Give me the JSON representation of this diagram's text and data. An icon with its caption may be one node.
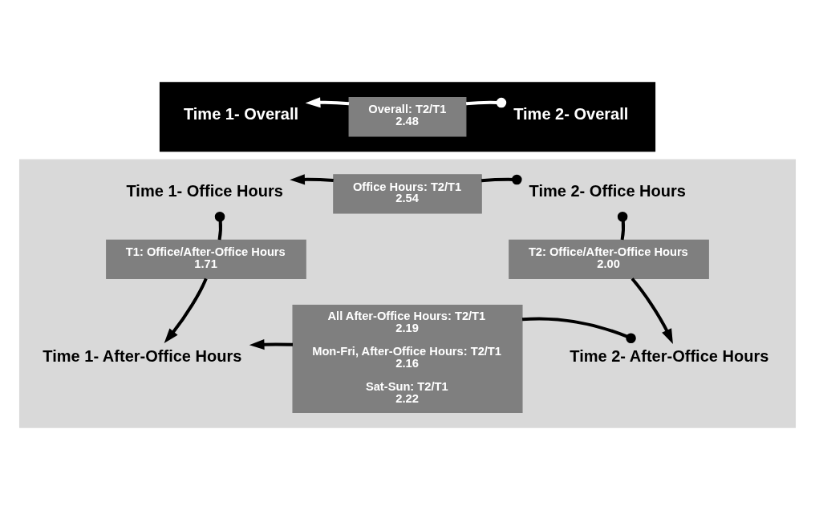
{
  "diagram": {
    "nodes": [
      {
        "text": [],
        "shape": "box"
      },
      {
        "text": [
          "Time 1- Overall"
        ],
        "in": 0
      },
      {
        "text": [
          "Overall: T2/T1",
          "2.48"
        ],
        "in": 0
      },
      {
        "text": [
          "Time 2- Overall"
        ],
        "in": 0
      },
      {
        "text": [],
        "shape": "box"
      },
      {
        "text": [
          "Time 1- Office Hours"
        ],
        "in": 4
      },
      {
        "text": [
          "Office Hours: T2/T1",
          "2.54"
        ],
        "in": 4
      },
      {
        "text": [
          "Time 2- Office Hours"
        ],
        "in": 4
      },
      {
        "text": [
          "T1: Office/After-Office Hours",
          "1.71"
        ],
        "in": 4
      },
      {
        "text": [
          "T2: Office/After-Office Hours",
          "2.00"
        ],
        "in": 4
      },
      {
        "text": [
          "Time 1- After-Office Hours"
        ],
        "in": 4
      },
      {
        "text": [
          "All After-Office Hours: T2/T1",
          "2.19",
          "Mon-Fri, After-Office Hours: T2/T1",
          "2.16",
          "Sat-Sun: T2/T1",
          "2.22"
        ],
        "in": 4
      },
      {
        "text": [
          "Time 2- After-Office Hours"
        ],
        "in": 4
      }
    ],
    "edges": [
      {
        "from": 3,
        "to": 2,
        "arrow": "other",
        "color": "#ffffff"
      },
      {
        "from": 2,
        "to": 1,
        "arrow": "to",
        "color": "#ffffff"
      },
      {
        "from": 7,
        "to": 6,
        "arrow": "other"
      },
      {
        "from": 6,
        "to": 5,
        "arrow": "to"
      },
      {
        "from": 5,
        "to": 8,
        "arrow": "other"
      },
      {
        "from": 8,
        "to": 10,
        "arrow": "to"
      },
      {
        "from": 7,
        "to": 9,
        "arrow": "other"
      },
      {
        "from": 9,
        "to": 12,
        "arrow": "to"
      },
      {
        "from": 12,
        "to": 11,
        "arrow": "other"
      },
      {
        "from": 11,
        "to": 10,
        "arrow": "to"
      }
    ]
  }
}
